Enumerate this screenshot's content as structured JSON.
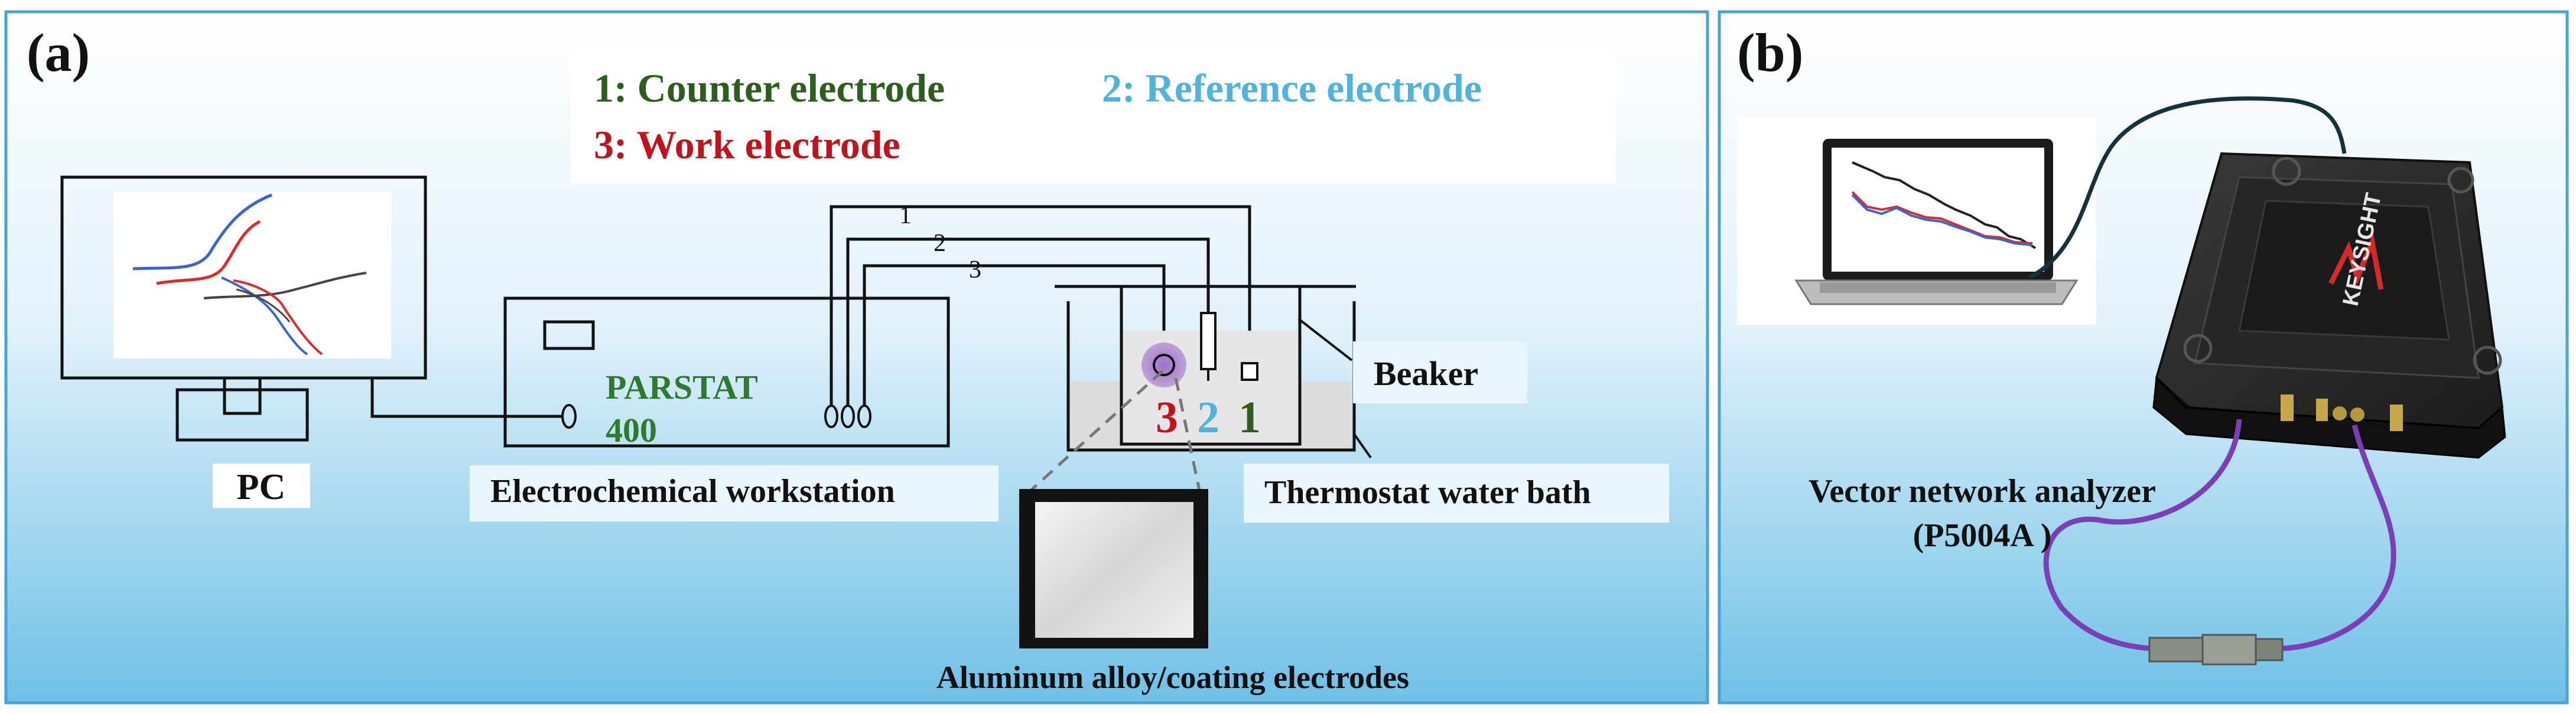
{
  "panel_a": {
    "label": "(a)",
    "legend": {
      "counter": "1: Counter electrode",
      "reference": "2: Reference electrode",
      "work": "3: Work electrode"
    },
    "pc_label": "PC",
    "workstation_brand": "PARSTAT",
    "workstation_model": "400",
    "workstation_label": "Electrochemical workstation",
    "wire_numbers": [
      "1",
      "2",
      "3"
    ],
    "electrode_numbers": [
      "3",
      "2",
      "1"
    ],
    "beaker_label": "Beaker",
    "bath_label": "Thermostat water bath",
    "sample_label": "Aluminum alloy/coating electrodes"
  },
  "panel_b": {
    "label": "(b)",
    "brand": "KEYSIGHT",
    "vna_label_line1": "Vector network analyzer",
    "vna_label_line2": "(P5004A )"
  },
  "colors": {
    "counter": "#2e5e1e",
    "reference": "#4fb3dd",
    "work": "#c0141c",
    "workstation_text": "#2e7a2e",
    "panel_border": "#4aa3d6",
    "cable": "#7a3fb5",
    "electrode3_highlight": "#8e5ab5"
  }
}
